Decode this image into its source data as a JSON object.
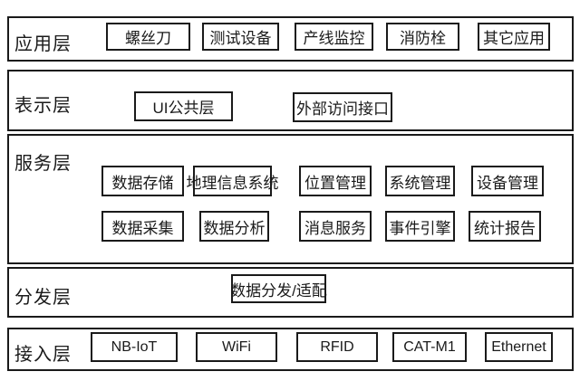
{
  "layers": {
    "app": {
      "label": "应用层",
      "boxes": [
        "螺丝刀",
        "测试设备",
        "产线监控",
        "消防栓",
        "其它应用"
      ]
    },
    "presentation": {
      "label": "表示层",
      "boxes": [
        "UI公共层",
        "外部访问接口"
      ]
    },
    "service": {
      "label": "服务层",
      "row1": [
        "数据存储",
        "地理信息系统",
        "位置管理",
        "系统管理",
        "设备管理"
      ],
      "row2": [
        "数据采集",
        "数据分析",
        "消息服务",
        "事件引擎",
        "统计报告"
      ]
    },
    "distribution": {
      "label": "分发层",
      "boxes": [
        "数据分发/适配"
      ]
    },
    "access": {
      "label": "接入层",
      "boxes": [
        "NB-IoT",
        "WiFi",
        "RFID",
        "CAT-M1",
        "Ethernet"
      ]
    }
  },
  "colors": {
    "border": "#1a1a1a",
    "background": "#ffffff",
    "text": "#1a1a1a"
  }
}
